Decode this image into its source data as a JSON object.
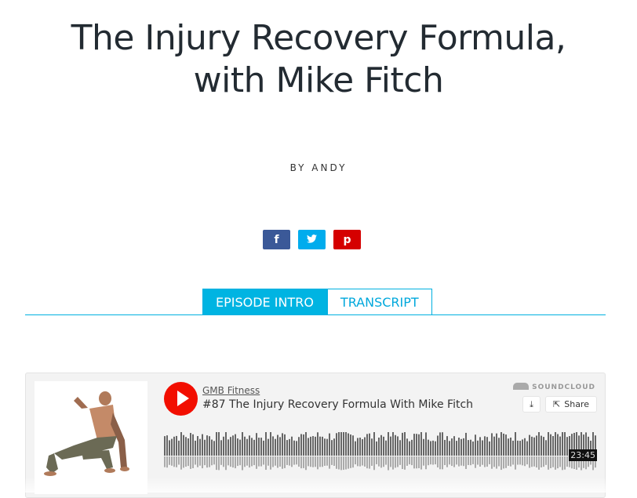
{
  "article": {
    "title_line1": "The Injury Recovery Formula,",
    "title_line2": "with Mike Fitch",
    "byline": "BY ANDY"
  },
  "share": {
    "facebook": "f",
    "twitter": "t",
    "pinterest": "p"
  },
  "tabs": [
    {
      "label": "EPISODE INTRO",
      "active": true
    },
    {
      "label": "TRANSCRIPT",
      "active": false
    }
  ],
  "player": {
    "user": "GMB Fitness",
    "track": "#87 The Injury Recovery Formula With Mike Fitch",
    "brand": "SOUNDCLOUD",
    "share_label": "Share",
    "duration": "23:45",
    "colors": {
      "play": "#f20e00",
      "wave": "#666666"
    }
  }
}
